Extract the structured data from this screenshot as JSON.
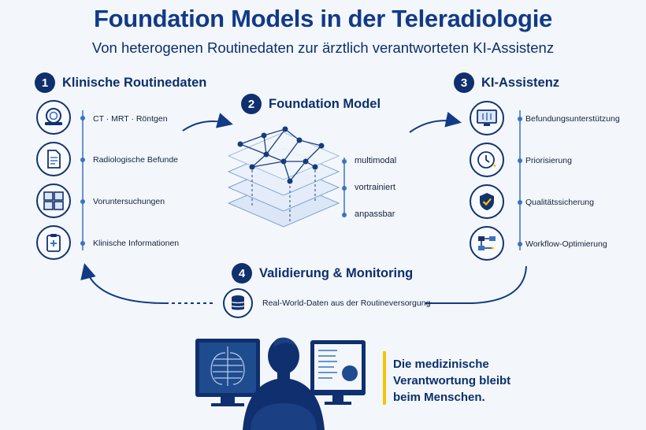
{
  "header": {
    "title": "Foundation Models in der Teleradiologie",
    "subtitle": "Von heterogenen Routinedaten zur ärztlich verantworteten KI-Assistenz"
  },
  "section1": {
    "number": "1",
    "title": "Klinische Routinedaten",
    "items": [
      {
        "label": "CT · MRT · Röntgen",
        "icon": "ct-scanner-icon"
      },
      {
        "label": "Radiologische Befunde",
        "icon": "document-icon"
      },
      {
        "label": "Voruntersuchungen",
        "icon": "prior-images-icon"
      },
      {
        "label": "Klinische Informationen",
        "icon": "clipboard-icon"
      }
    ]
  },
  "section2": {
    "number": "2",
    "title": "Foundation Model",
    "properties": [
      "multimodal",
      "vortrainiert",
      "anpassbar"
    ]
  },
  "section3": {
    "number": "3",
    "title": "KI-Assistenz",
    "items": [
      {
        "label": "Befundungsunterstützung",
        "icon": "xray-monitor-icon"
      },
      {
        "label": "Priorisierung",
        "icon": "clock-icon"
      },
      {
        "label": "Qualitätssicherung",
        "icon": "shield-check-icon"
      },
      {
        "label": "Workflow-Optimierung",
        "icon": "workflow-icon"
      }
    ]
  },
  "section4": {
    "number": "4",
    "title": "Validierung & Monitoring",
    "database_label": "Real-World-Daten aus der Routineversorgung"
  },
  "footer": {
    "tagline_lines": [
      "Die medizinische",
      "Verantwortung bleibt",
      "beim Menschen."
    ]
  },
  "colors": {
    "navy": "#0f2f6e",
    "accent_blue": "#3b72c2",
    "highlight_yellow": "#f5c400",
    "background": "#f3f7fc"
  }
}
